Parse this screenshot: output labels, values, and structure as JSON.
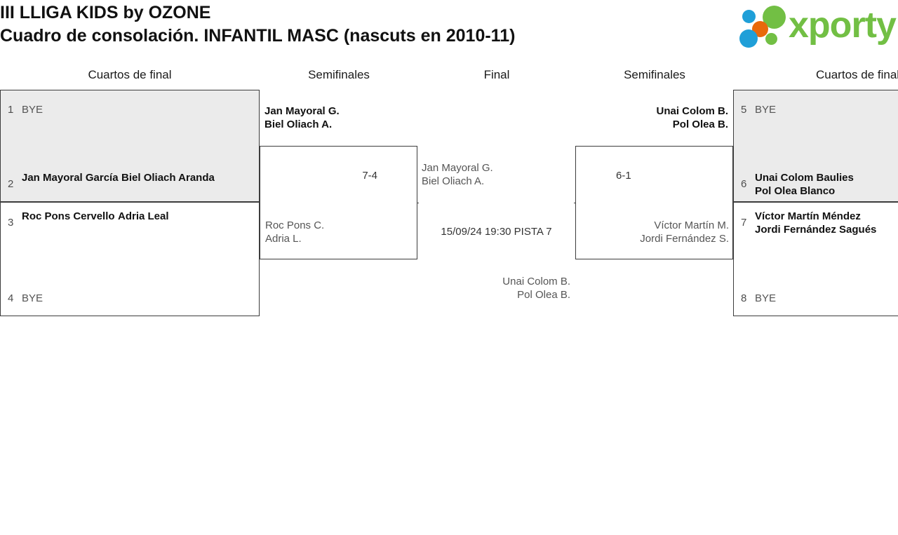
{
  "header": {
    "title_line1": "III LLIGA KIDS by OZONE",
    "title_line2": "Cuadro de consolación. INFANTIL MASC (nascuts en 2010-11)",
    "logo_word": "xporty",
    "logo_colors": {
      "green": "#72bf44",
      "blue": "#1f9fd8",
      "orange": "#e8690b"
    }
  },
  "rounds": {
    "qf_left": "Cuartos de final",
    "sf_left": "Semifinales",
    "final": "Final",
    "sf_right": "Semifinales",
    "qf_right": "Cuartos de final"
  },
  "bracket": {
    "qf_left": [
      {
        "shaded": true,
        "top": {
          "seed": "1",
          "status": "bye",
          "names": [
            "BYE"
          ]
        },
        "bottom": {
          "seed": "2",
          "status": "winner",
          "names": [
            "Jan Mayoral García",
            "Biel Oliach Aranda"
          ]
        }
      },
      {
        "shaded": false,
        "top": {
          "seed": "3",
          "status": "winner",
          "names": [
            "Roc Pons Cervello",
            "Adria Leal"
          ]
        },
        "bottom": {
          "seed": "4",
          "status": "bye",
          "names": [
            "BYE"
          ]
        }
      }
    ],
    "qf_right": [
      {
        "shaded": true,
        "top": {
          "seed": "5",
          "status": "bye",
          "names": [
            "BYE"
          ]
        },
        "bottom": {
          "seed": "6",
          "status": "winner",
          "names": [
            "Unai Colom Baulies",
            "Pol Olea Blanco"
          ]
        }
      },
      {
        "shaded": false,
        "top": {
          "seed": "7",
          "status": "winner",
          "names": [
            "Víctor Martín Méndez",
            "Jordi Fernández Sagués"
          ]
        },
        "bottom": {
          "seed": "8",
          "status": "bye",
          "names": [
            "BYE"
          ]
        }
      }
    ],
    "sf_left": {
      "winner_names": [
        "Jan Mayoral G.",
        "Biel Oliach A."
      ],
      "loser_names": [
        "Roc Pons C.",
        "Adria L."
      ],
      "score": "7-4"
    },
    "sf_right": {
      "winner_names": [
        "Unai Colom B.",
        "Pol Olea B."
      ],
      "loser_names": [
        "Víctor Martín M.",
        "Jordi Fernández S."
      ],
      "score": "6-1"
    },
    "final": {
      "left_names": [
        "Jan Mayoral G.",
        "Biel Oliach A."
      ],
      "right_names": [
        "Unai Colom B.",
        "Pol Olea B."
      ],
      "schedule": "15/09/24 19:30 PISTA 7"
    }
  }
}
